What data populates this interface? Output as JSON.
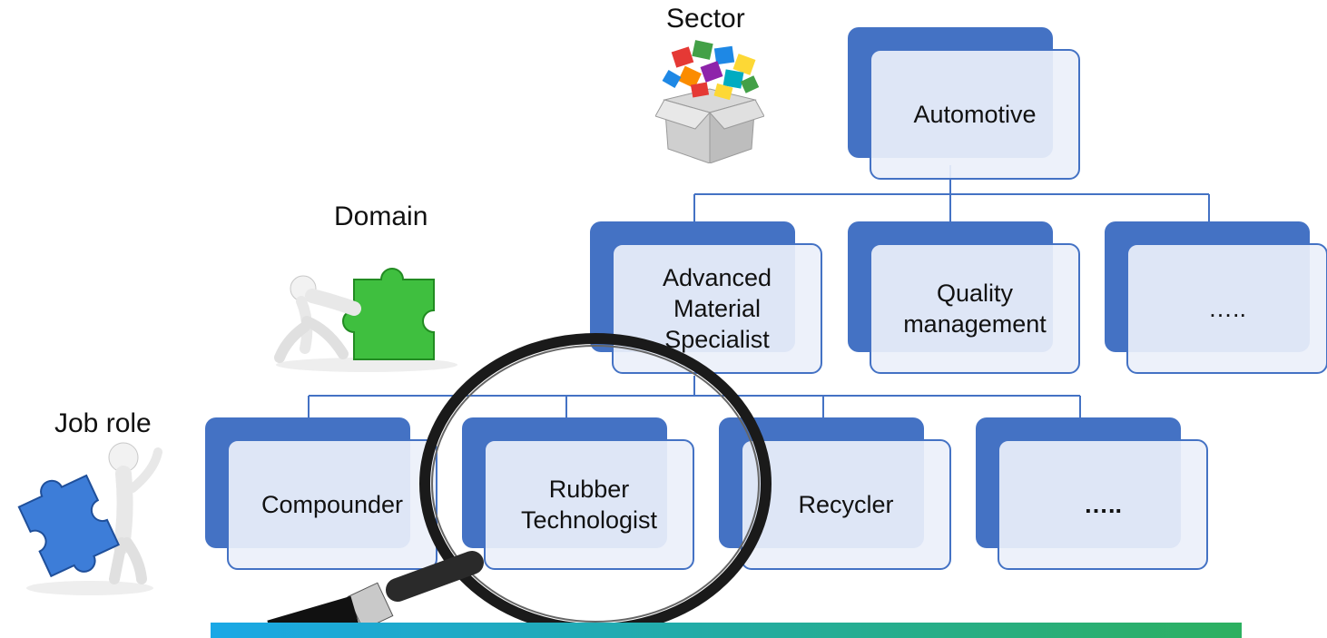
{
  "levels": {
    "sector": "Sector",
    "domain": "Domain",
    "job_role": "Job role"
  },
  "root": {
    "label": "Automotive"
  },
  "domains": [
    {
      "label": "Advanced\nMaterial\nSpecialist"
    },
    {
      "label": "Quality\nmanagement"
    },
    {
      "label": "….."
    }
  ],
  "job_roles": [
    {
      "label": "Compounder"
    },
    {
      "label": "Rubber\nTechnologist"
    },
    {
      "label": "Recycler"
    },
    {
      "label": "….."
    }
  ],
  "colors": {
    "node_fill": "#4472c4",
    "node_front": "#ebf0fa",
    "bar_gradient": [
      "#1aa8e6",
      "#2cb060"
    ]
  },
  "icons": [
    "puzzle-box-icon",
    "person-pushing-puzzle-icon",
    "person-holding-puzzle-icon",
    "magnifying-glass-icon"
  ]
}
